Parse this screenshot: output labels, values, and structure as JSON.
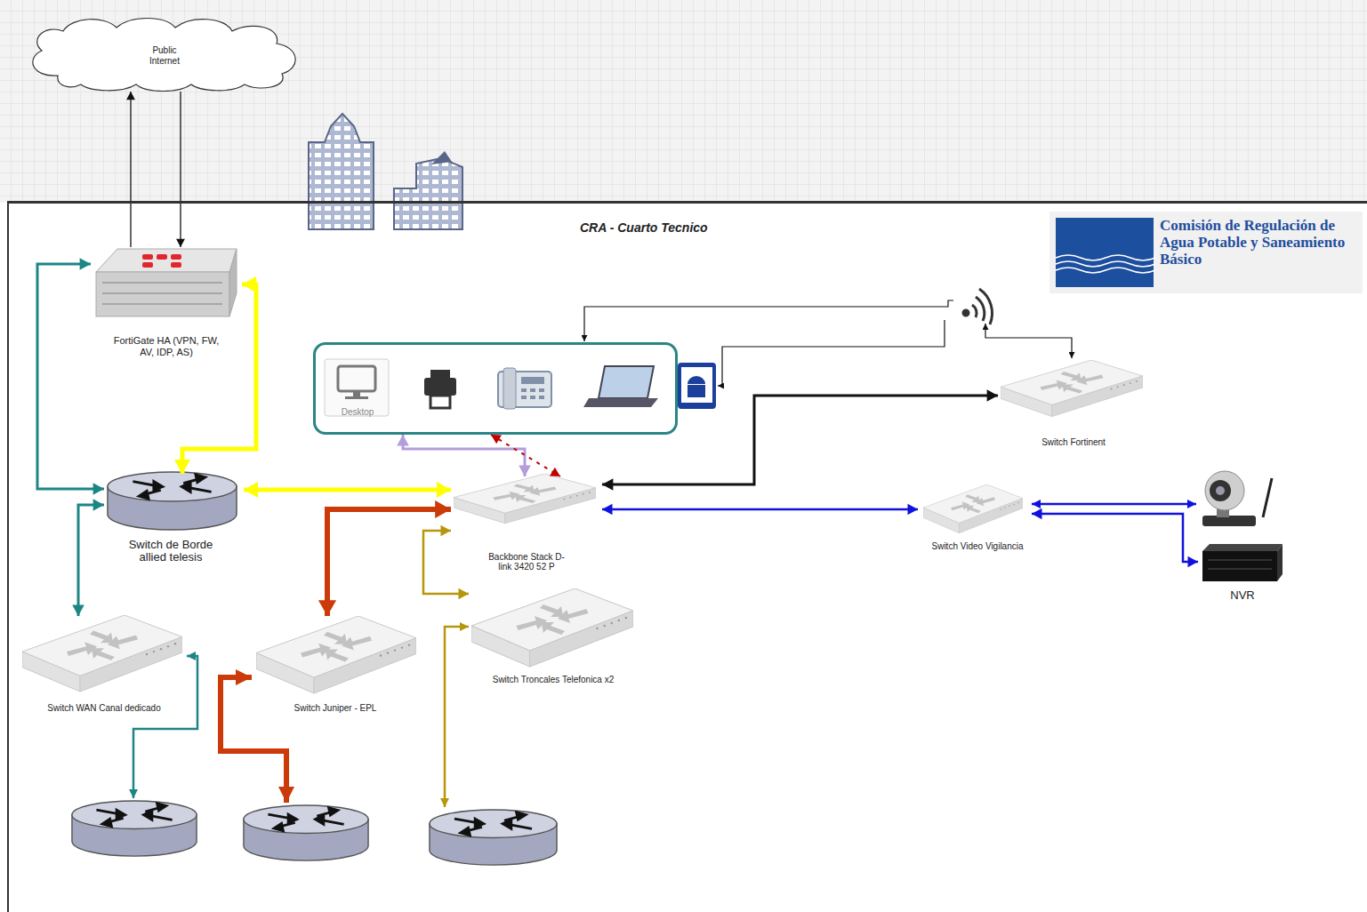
{
  "diagram": {
    "nodes": [
      {
        "text": [
          "Public Internet"
        ]
      },
      {
        "text": [
          "CRA - Cuarto Tecnico"
        ]
      },
      {
        "text": [
          "FortiGate HA (VPN, FW, AV, IDP, AS)"
        ],
        "in": 1
      },
      {
        "text": [
          "Comisión de Regulación de Agua Potable y Saneamiento Básico"
        ],
        "in": 1
      },
      {
        "text": [
          "Desktop"
        ],
        "in": 1
      },
      {
        "text": [
          "Switch Fortinent"
        ],
        "in": 1
      },
      {
        "text": [
          "Switch de Borde allied telesis"
        ],
        "in": 1
      },
      {
        "text": [
          "Backbone Stack D-link 3420 52 P"
        ],
        "in": 1
      },
      {
        "text": [
          "Switch Video Vigilancia"
        ],
        "in": 1
      },
      {
        "text": [
          "NVR"
        ],
        "in": 1
      },
      {
        "text": [
          "Switch  WAN Canal dedicado"
        ],
        "in": 1
      },
      {
        "text": [
          "Switch  Juniper - EPL"
        ],
        "in": 1
      },
      {
        "text": [
          "Switch Troncales Telefonica x2"
        ],
        "in": 1
      }
    ],
    "edges": [
      {
        "from": 2,
        "to": 0,
        "arrow": "to"
      },
      {
        "from": 0,
        "to": 2,
        "arrow": "to"
      },
      {
        "from": 2,
        "to": 6,
        "arrow": "both"
      },
      {
        "from": 2,
        "to": 6,
        "arrow": "both"
      },
      {
        "from": 6,
        "to": 7,
        "arrow": "both"
      },
      {
        "from": 6,
        "to": 10,
        "arrow": "both"
      },
      {
        "from": 7,
        "to": 11,
        "arrow": "both"
      },
      {
        "from": 7,
        "to": 12,
        "arrow": "both"
      },
      {
        "from": 4,
        "to": 7,
        "arrow": "both"
      },
      {
        "from": 4,
        "to": 7,
        "arrow": "both"
      },
      {
        "from": 5,
        "to": 7,
        "arrow": "both"
      },
      {
        "from": 7,
        "to": 8,
        "arrow": "both"
      },
      {
        "from": 8,
        "to": 9,
        "arrow": "both"
      }
    ]
  }
}
